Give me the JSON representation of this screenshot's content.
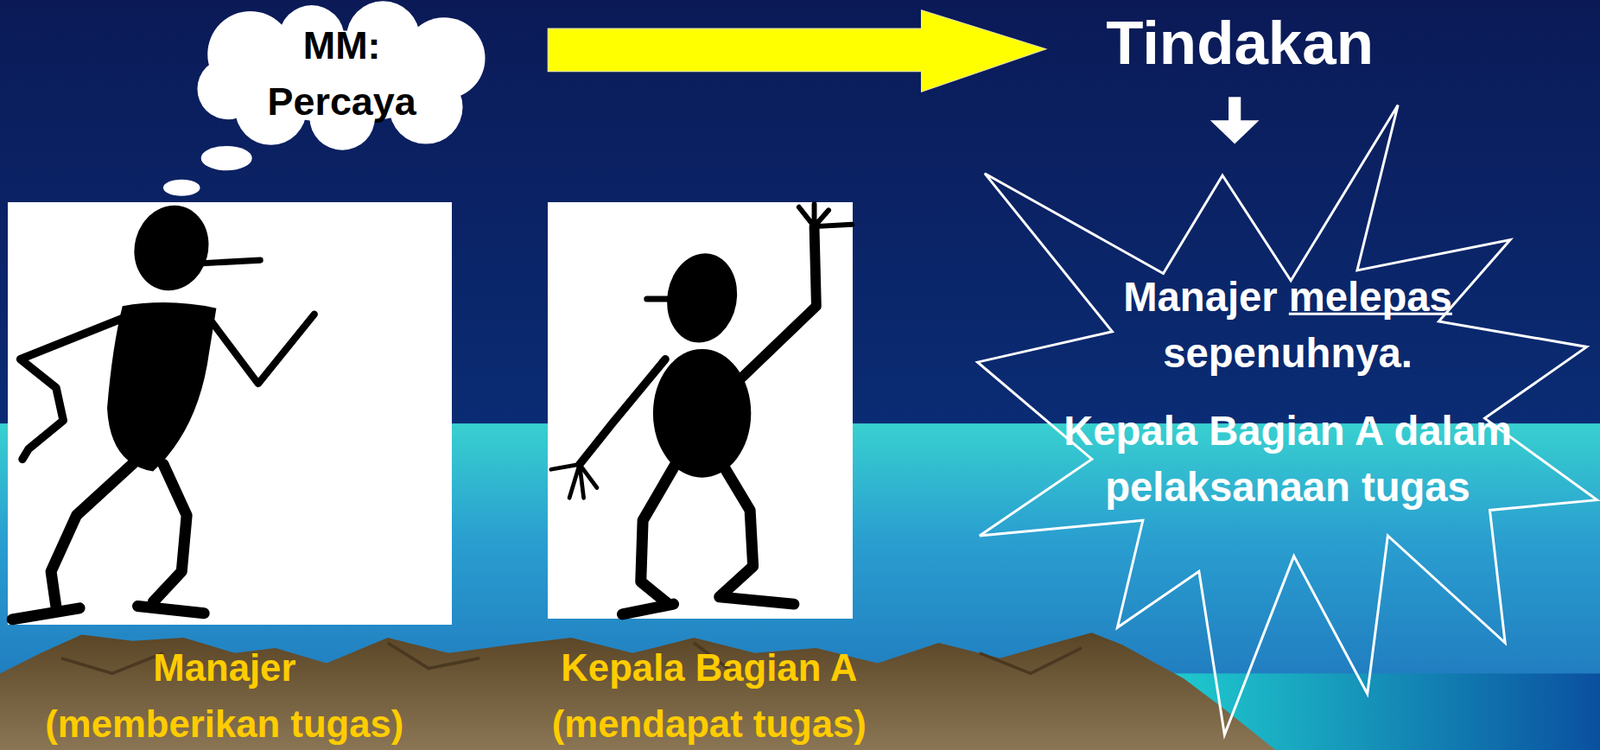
{
  "diagram": {
    "nodes": [
      {
        "text": [
          "MM: Percaya"
        ]
      },
      {
        "text": [
          "Manajer",
          "(memberikan tugas)"
        ]
      },
      {
        "text": [
          "Kepala Bagian A",
          "(mendapat tugas)"
        ]
      },
      {
        "text": [
          "Manajer melepas sepenuhnya.",
          "Kepala Bagian A dalam pelaksanaan tugas"
        ]
      }
    ],
    "labels": [
      "Tindakan"
    ]
  }
}
